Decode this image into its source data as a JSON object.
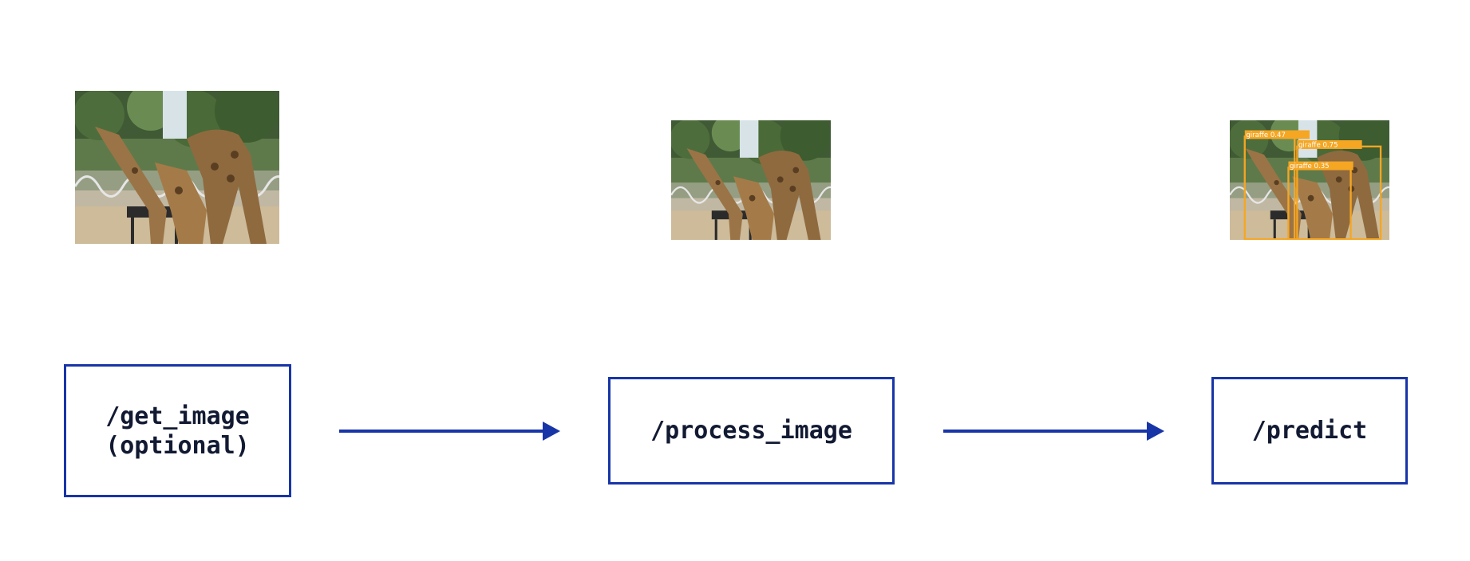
{
  "nodes": [
    {
      "label": "/get_image\n(optional)"
    },
    {
      "label": "/process_image"
    },
    {
      "label": "/predict"
    }
  ],
  "images": [
    {
      "subject": "giraffe photo",
      "annotated": false
    },
    {
      "subject": "giraffe photo",
      "annotated": false
    },
    {
      "subject": "giraffe photo",
      "annotated": true
    }
  ],
  "detections": [
    {
      "label": "giraffe 0.47"
    },
    {
      "label": "giraffe 0.75"
    },
    {
      "label": "giraffe 0.35"
    }
  ],
  "colors": {
    "box_border": "#1835a8",
    "arrow": "#1835a8",
    "text": "#121a33",
    "detection": "#f5a623"
  }
}
